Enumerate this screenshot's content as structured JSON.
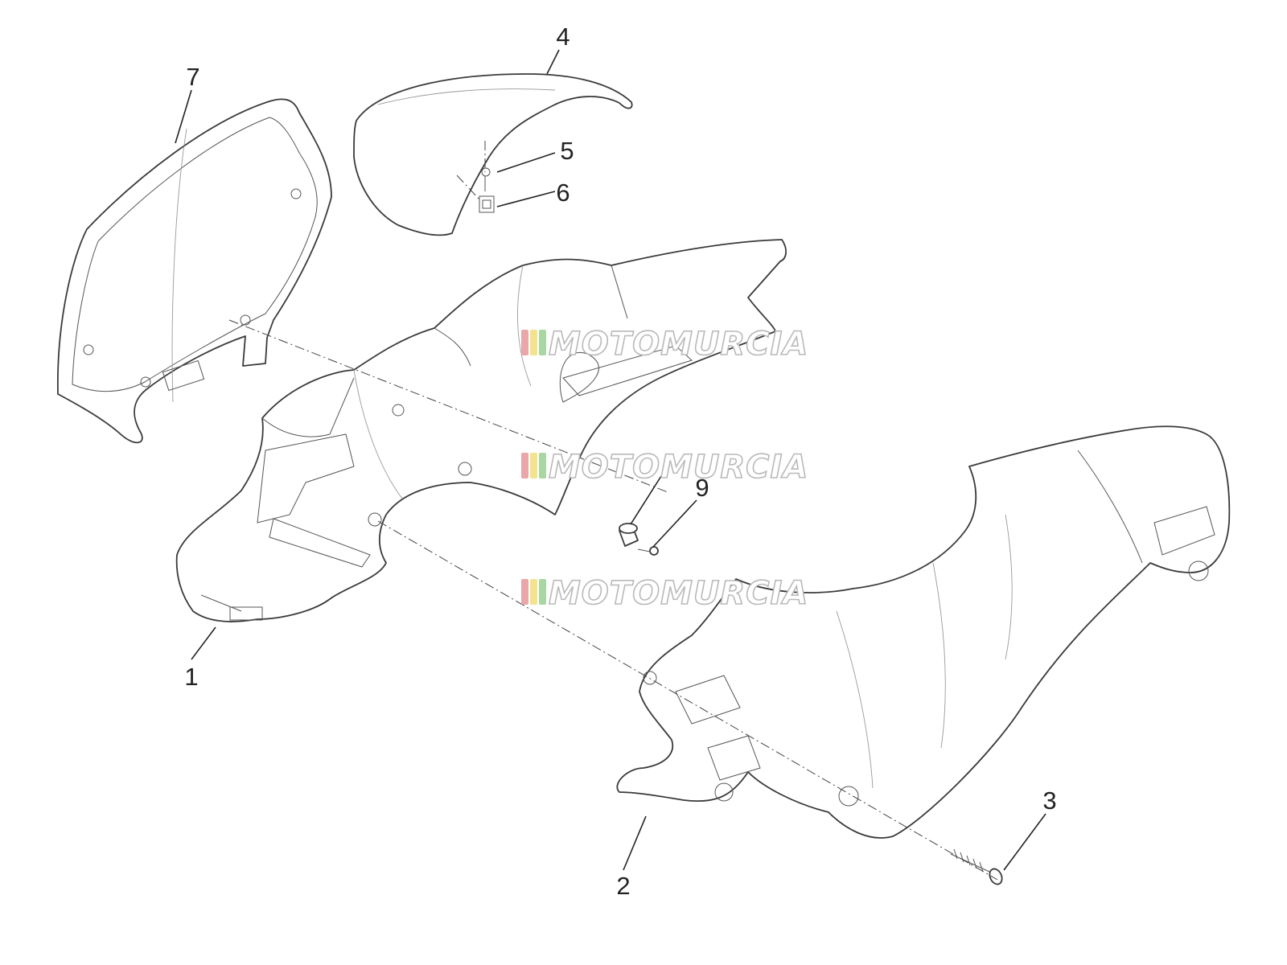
{
  "diagram": {
    "part_labels": [
      {
        "id": "1",
        "text": "1"
      },
      {
        "id": "2",
        "text": "2"
      },
      {
        "id": "3",
        "text": "3"
      },
      {
        "id": "4",
        "text": "4"
      },
      {
        "id": "5",
        "text": "5"
      },
      {
        "id": "6",
        "text": "6"
      },
      {
        "id": "7",
        "text": "7"
      },
      {
        "id": "9",
        "text": "9"
      }
    ]
  },
  "watermark": {
    "text": "MOTOMURCIA",
    "stripe_colors": [
      "#e9a7a7",
      "#f3e38f",
      "#a9d7a4"
    ]
  }
}
